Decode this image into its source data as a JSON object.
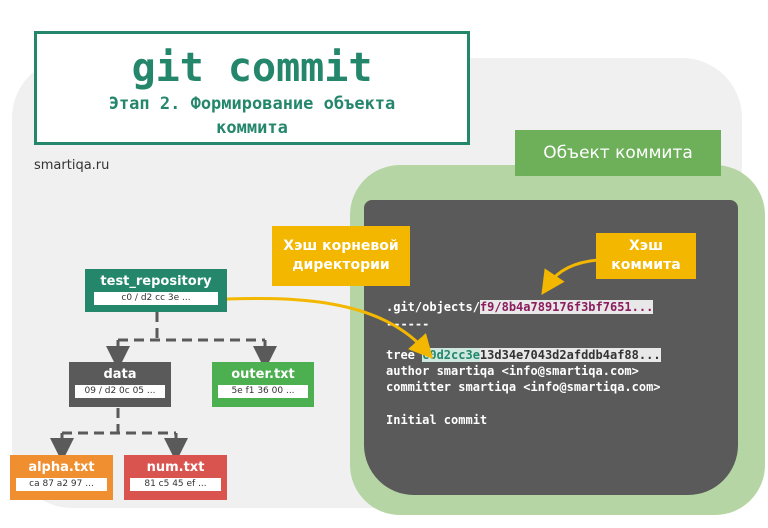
{
  "title": {
    "main": "git commit",
    "line1": "Этап 2. Формирование объекта",
    "line2": "коммита"
  },
  "site": "smartiqa.ru",
  "commit_label": "Объект коммита",
  "callouts": {
    "root": {
      "line1": "Хэш корневой",
      "line2": "директории"
    },
    "commit": {
      "line1": "Хэш",
      "line2": "коммита"
    }
  },
  "code": {
    "path_prefix": ".git/objects/",
    "path_hash": "f9/8b4a789176f3bf7651...",
    "separator": "------",
    "tree_label": "tree ",
    "tree_hash_hl": "c0d2cc3e",
    "tree_hash_rest": "13d34e7043d2afddb4af88...",
    "author": "author smartiqa <info@smartiqa.com>",
    "committer": "committer smartiqa <info@smartiqa.com>",
    "message": "Initial commit"
  },
  "tree": {
    "repo": {
      "name": "test_repository",
      "hash": "c0 / d2 cc 3e ..."
    },
    "data": {
      "name": "data",
      "hash": "09 / d2 0c 05 ..."
    },
    "outer": {
      "name": "outer.txt",
      "hash": "5e f1 36 00 ..."
    },
    "alpha": {
      "name": "alpha.txt",
      "hash": "ca 87 a2 97 ..."
    },
    "num": {
      "name": "num.txt",
      "hash": "81 c5 45 ef ..."
    }
  },
  "colors": {
    "teal": "#24876c",
    "green_node": "#4caf50",
    "gray_node": "#5a5a5a",
    "orange_node": "#ef8f2f",
    "red_node": "#d9534f",
    "callout": "#f3b700",
    "commit_green": "#6eb05a"
  }
}
